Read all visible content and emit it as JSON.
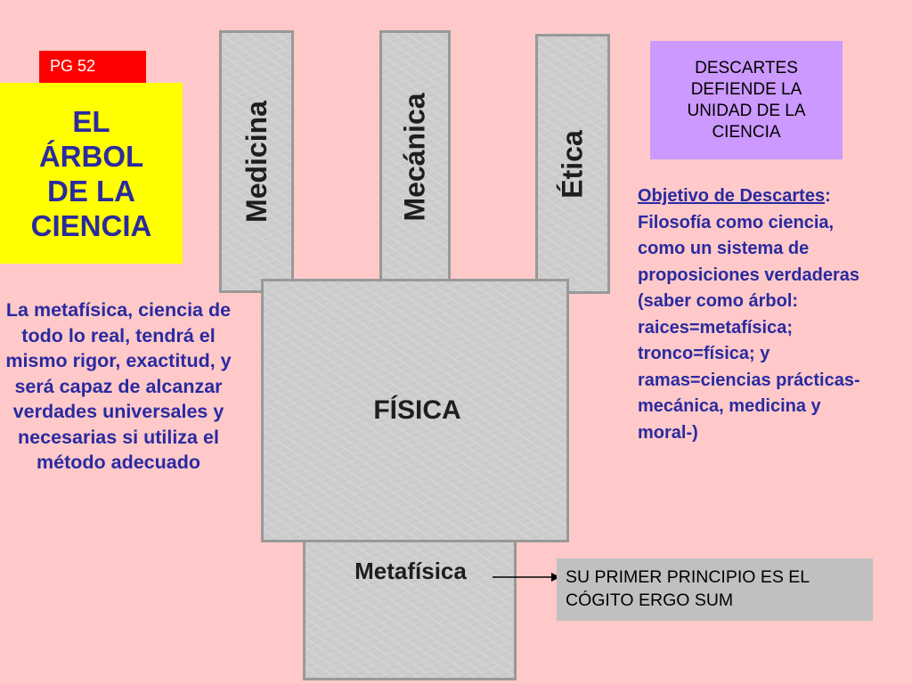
{
  "page_tag": "PG 52",
  "title": {
    "lines": [
      "EL",
      "ÁRBOL",
      "DE LA",
      "CIENCIA"
    ]
  },
  "left_text": "La metafísica, ciencia de todo lo real, tendrá el mismo rigor, exactitud, y será capaz de alcanzar verdades universales y necesarias si utiliza el método adecuado",
  "tree": {
    "branches": [
      "Medicina",
      "Mecánica",
      "Ética"
    ],
    "trunk": "FÍSICA",
    "roots": "Metafísica"
  },
  "descartes_box": "DESCARTES DEFIENDE LA UNIDAD DE LA CIENCIA",
  "objetivo": {
    "lead": "Objetivo de Descartes",
    "colon": ":",
    "body": " Filosofía como ciencia, como un sistema de proposiciones verdaderas (saber como árbol: raices=metafísica; tronco=física; y ramas=ciencias prácticas-mecánica, medicina y moral-)"
  },
  "cogito_box": "SU PRIMER PRINCIPIO ES EL CÓGITO ERGO SUM",
  "colors": {
    "background": "#ffc9c9",
    "title_bg": "#ffff00",
    "tag_bg": "#ff0000",
    "text_blue": "#2a2aa0",
    "descartes_bg": "#cc99ff",
    "cogito_bg": "#c0c0c0",
    "tree_gray": "#cdcdcd"
  }
}
